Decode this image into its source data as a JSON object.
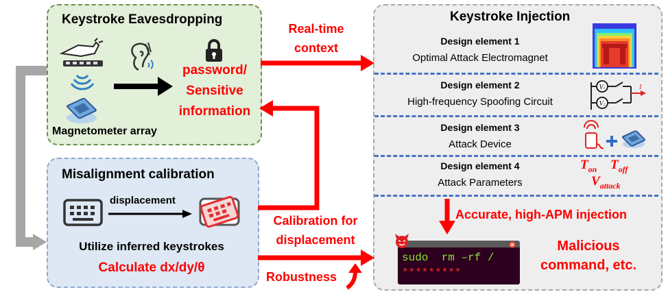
{
  "eavesdropping": {
    "title": "Keystroke Eavesdropping",
    "sensor_label": "Magnetometer array",
    "output": [
      "password/",
      "Sensitive",
      "information"
    ]
  },
  "calibration": {
    "title": "Misalignment calibration",
    "displacement_label": "displacement",
    "step1": "Utilize inferred keystrokes",
    "step2": "Calculate dx/dy/θ"
  },
  "flows": {
    "realtime": [
      "Real-time",
      "context"
    ],
    "calibration": [
      "Calibration for",
      "displacement"
    ],
    "robustness": "Robustness"
  },
  "injection": {
    "title": "Keystroke Injection",
    "elements": [
      {
        "title": "Design element 1",
        "subtitle": "Optimal Attack Electromagnet"
      },
      {
        "title": "Design element 2",
        "subtitle": "High-frequency Spoofing Circuit"
      },
      {
        "title": "Design element 3",
        "subtitle": "Attack Device"
      },
      {
        "title": "Design element 4",
        "subtitle": "Attack Parameters"
      }
    ],
    "params": {
      "t_on_main": "T",
      "t_on_sub": "on",
      "t_off_main": "T",
      "t_off_sub": "off",
      "v_main": "V",
      "v_sub": "attack"
    },
    "circuit": {
      "v1": "V",
      "v1_sub": "1",
      "v2": "V",
      "v2_sub": "2",
      "current": "I"
    },
    "injection_label": "Accurate, high-APM injection",
    "terminal": {
      "command": "sudo  rm –rf /",
      "password": "*********"
    },
    "result": [
      "Malicious",
      "command, etc."
    ]
  },
  "colors": {
    "accent": "#ff0000",
    "separator": "#4472c4",
    "eaves_bg": "#e2efd9",
    "calib_bg": "#dde8f4",
    "inject_bg": "#eeeeee"
  }
}
